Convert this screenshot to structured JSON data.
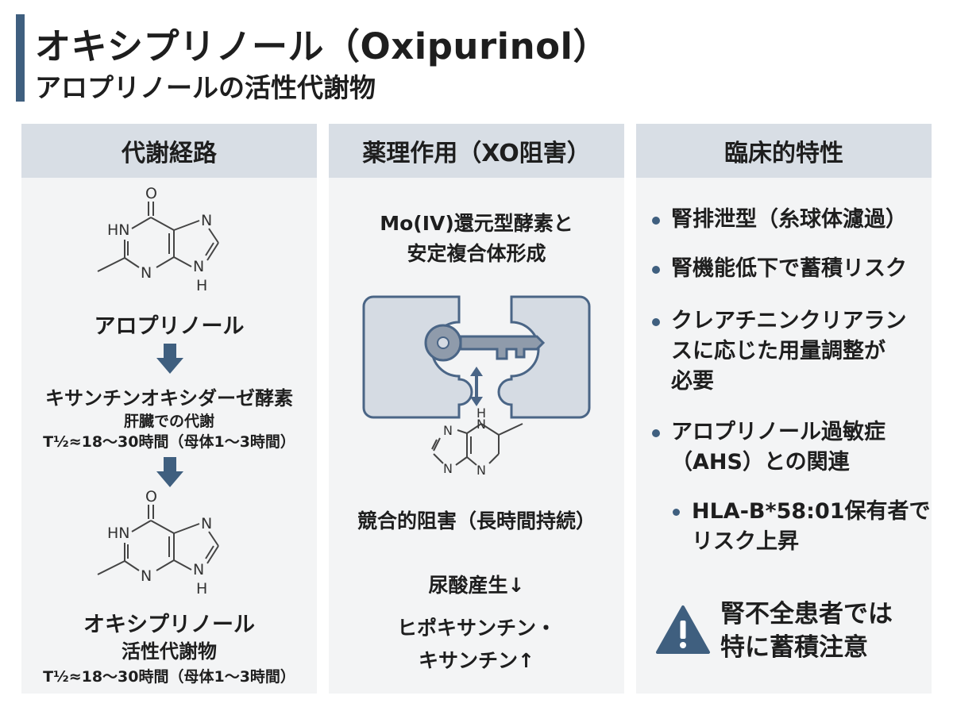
{
  "header": {
    "title": "オキシプリノール（Oxipurinol）",
    "subtitle": "アロプリノールの活性代謝物"
  },
  "panel_metabolism": {
    "heading": "代謝経路",
    "molecule1_name": "アロプリノール",
    "enzyme": "キサンチンオキシダーゼ酵素",
    "liver": "肝臓での代謝",
    "half_life1": "T½≈18～30時間（母体1～3時間）",
    "molecule2_name": "オキシプリノール",
    "molecule2_desc": "活性代謝物",
    "half_life2": "T½≈18～30時間（母体1～3時間）",
    "atoms": {
      "O": "O",
      "HN": "HN",
      "N": "N",
      "H": "H"
    }
  },
  "panel_pharmacology": {
    "heading": "薬理作用（XO阻害）",
    "complex_line1": "Mo(IV)還元型酵素と",
    "complex_line2": "安定複合体形成",
    "inhibition": "競合的阻害（長時間持続）",
    "uric_acid": "尿酸産生↓",
    "hypoxanthine": "ヒポキサンチン・",
    "xanthine": "キサンチン↑"
  },
  "panel_clinical": {
    "heading": "臨床的特性",
    "bullets": [
      {
        "lines": [
          "腎排泄型（糸球体濾過）"
        ]
      },
      {
        "lines": [
          "腎機能低下で蓄積リスク"
        ]
      },
      {
        "lines": [
          "クレアチニンクリアラン",
          "スに応じた用量調整が",
          "必要"
        ]
      },
      {
        "lines": [
          "アロプリノール過敏症",
          "（AHS）との関連"
        ]
      }
    ],
    "sub_bullet": {
      "lines": [
        "HLA-B*58:01保有者で",
        "リスク上昇"
      ]
    },
    "warning_line1": "腎不全患者では",
    "warning_line2": "特に蓄積注意",
    "warning_icon": "warning-triangle-icon"
  },
  "colors": {
    "accent": "#3f5f7f",
    "panel_bg": "#f3f4f5",
    "panel_head": "#d8dee5",
    "lock_fill": "#d5dbe3",
    "lock_stroke": "#4a6586"
  }
}
